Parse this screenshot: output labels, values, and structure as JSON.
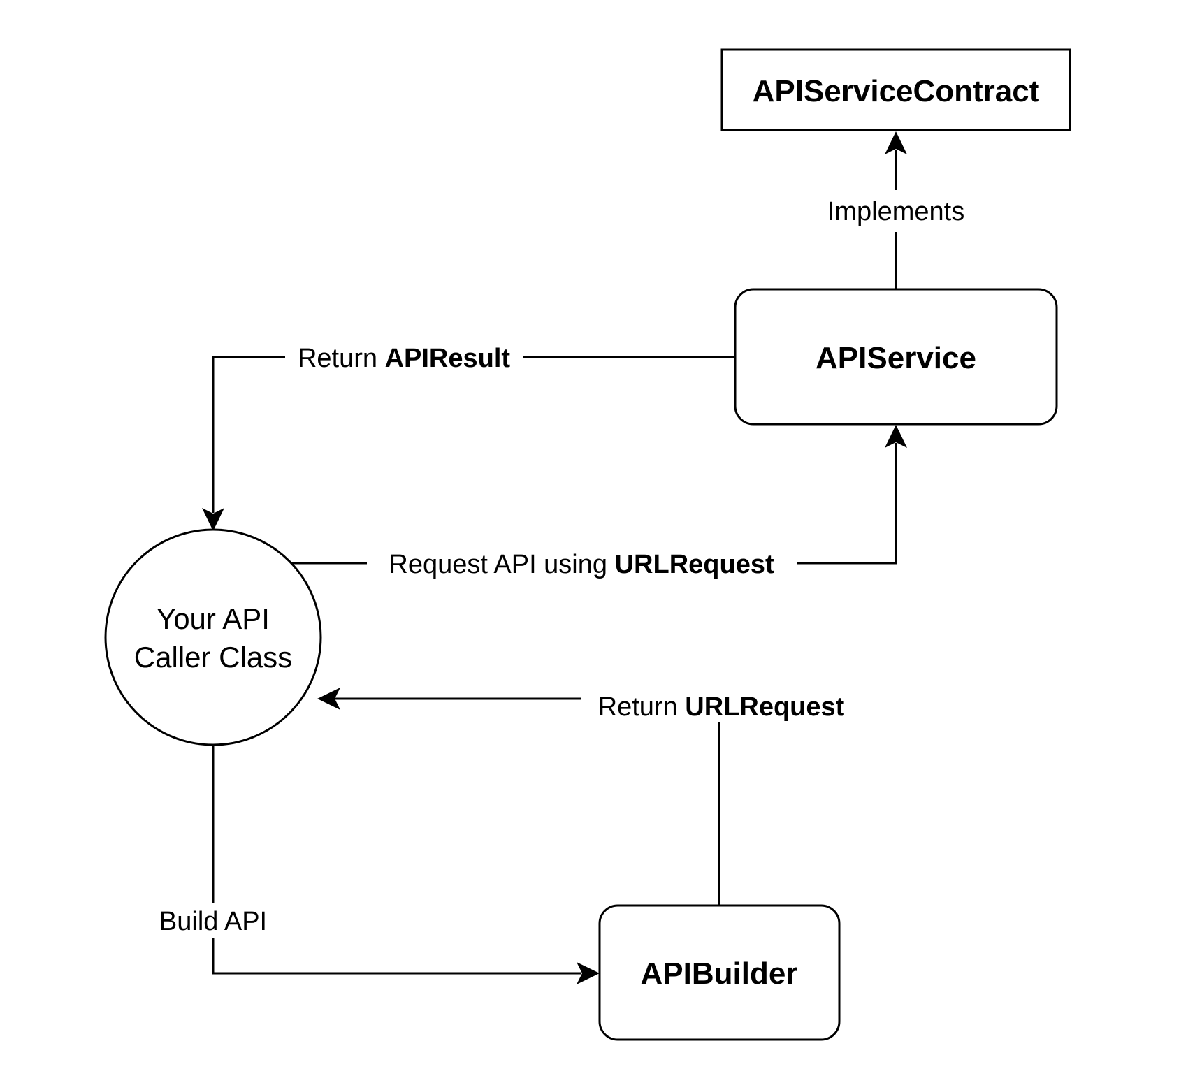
{
  "nodes": {
    "contract": {
      "label": "APIServiceContract"
    },
    "service": {
      "label": "APIService"
    },
    "caller": {
      "line1": "Your API",
      "line2": "Caller Class"
    },
    "builder": {
      "label": "APIBuilder"
    }
  },
  "edges": {
    "implements": {
      "label": "Implements"
    },
    "return_result": {
      "plain": "Return ",
      "bold": "APIResult"
    },
    "request_api": {
      "plain": "Request API using ",
      "bold": "URLRequest"
    },
    "return_request": {
      "plain": "Return ",
      "bold": "URLRequest"
    },
    "build_api": {
      "label": "Build API"
    }
  }
}
